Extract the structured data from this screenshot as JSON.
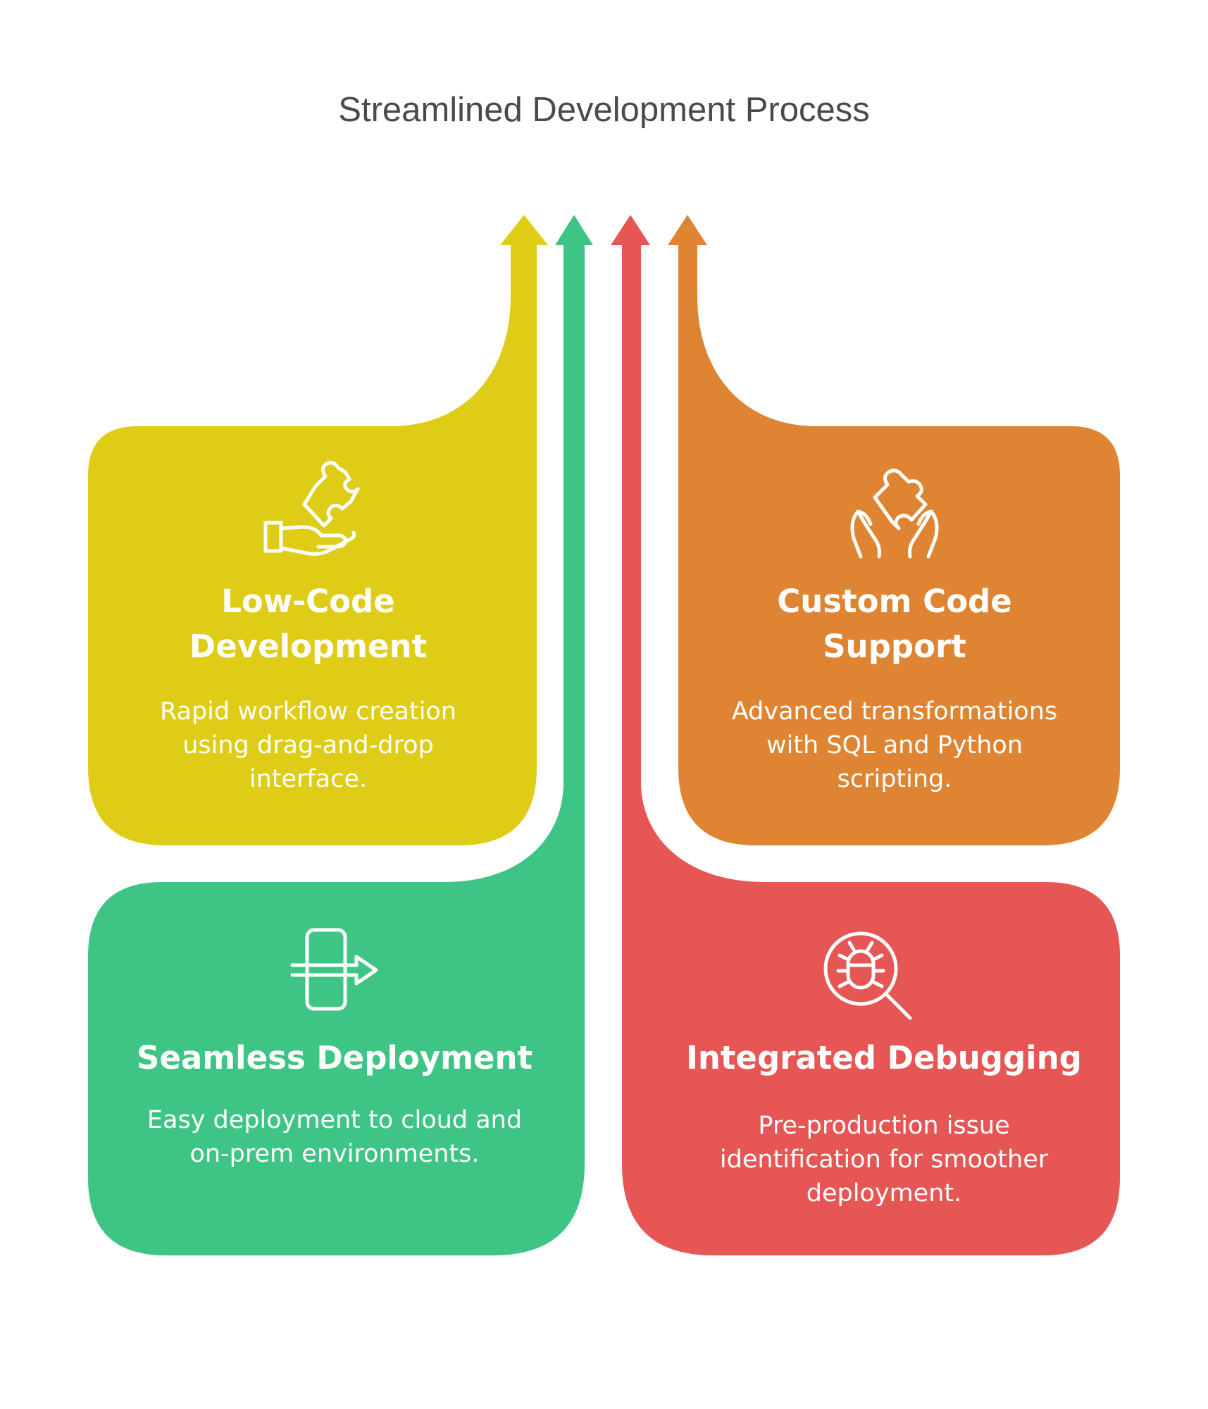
{
  "title": "Streamlined Development Process",
  "colors": {
    "yellow": "#DECC16",
    "green": "#3EC585",
    "red": "#E55654",
    "orange": "#DE8432"
  },
  "cards": [
    {
      "id": "low-code",
      "title": "Low-Code Development",
      "description": "Rapid workflow creation using drag-and-drop interface.",
      "icon": "hand-puzzle-icon",
      "color": "#DECC16"
    },
    {
      "id": "custom-code",
      "title": "Custom Code Support",
      "description": "Advanced transformations with SQL and Python scripting.",
      "icon": "hands-puzzle-icon",
      "color": "#DE8432"
    },
    {
      "id": "deployment",
      "title": "Seamless Deployment",
      "description": "Easy deployment to cloud and on-prem environments.",
      "icon": "deploy-arrow-icon",
      "color": "#3EC585"
    },
    {
      "id": "debugging",
      "title": "Integrated Debugging",
      "description": "Pre-production issue identification for smoother deployment.",
      "icon": "bug-search-icon",
      "color": "#E55654"
    }
  ]
}
